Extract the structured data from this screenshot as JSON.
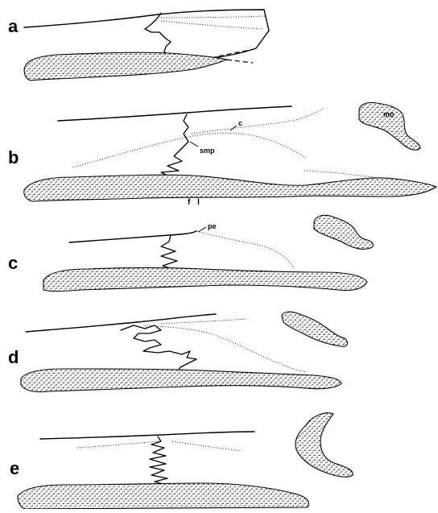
{
  "panels": [
    {
      "letter": "a"
    },
    {
      "letter": "b"
    },
    {
      "letter": "c"
    },
    {
      "letter": "d"
    },
    {
      "letter": "e"
    }
  ],
  "annotations": {
    "mo": "mo",
    "c": "c",
    "smp": "smp",
    "fl": "f l",
    "pe": "pe"
  }
}
